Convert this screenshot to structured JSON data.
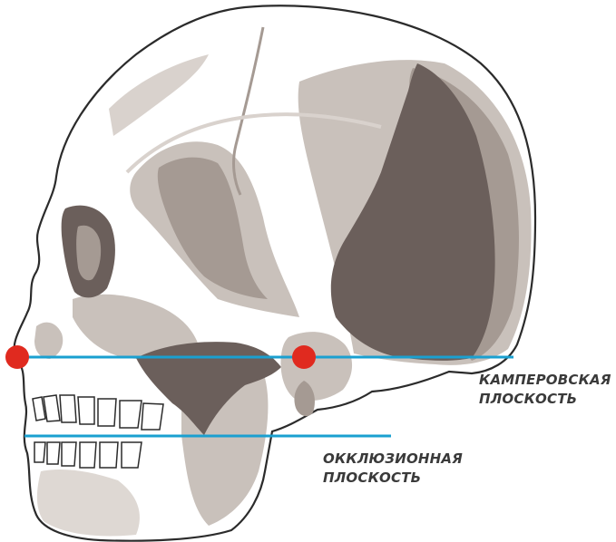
{
  "colors": {
    "bone_light": "#ffffff",
    "bone_outline": "#2b2b2b",
    "shade_light": "#c9c1bb",
    "shade_mid": "#a59a93",
    "shade_dark": "#6b5f5b",
    "plane_line": "#1aa0d0",
    "landmark_point": "#e02a1f",
    "label_text": "#3a3a3a"
  },
  "planes": [
    {
      "line1": "КАМПЕРОВСКАЯ",
      "line2": "ПЛОСКОСТЬ"
    },
    {
      "line1": "ОККЛЮЗИОННАЯ",
      "line2": "ПЛОСКОСТЬ"
    }
  ],
  "icons": {
    "skull": "skull-lateral-view-illustration",
    "landmark_front": "red-dot-marker",
    "landmark_ear": "red-dot-marker"
  }
}
